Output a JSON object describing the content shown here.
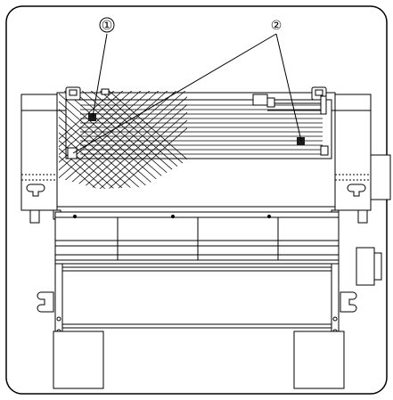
{
  "callouts": [
    {
      "id": "callout-1",
      "label": "①"
    },
    {
      "id": "callout-2",
      "label": "②"
    }
  ],
  "colors": {
    "line": "#000000",
    "panel_fill": "#ffffff",
    "frame_fill": "#f2f2f2",
    "marker": "#1a1a1a"
  }
}
